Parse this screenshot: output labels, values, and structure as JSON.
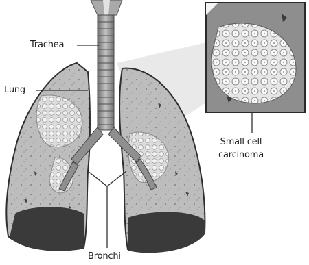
{
  "labels": {
    "trachea": "Trachea",
    "lung": "Lung",
    "bronchi": "Bronchi",
    "carcinoma_line1": "Small cell",
    "carcinoma_line2": "carcinoma"
  },
  "colors": {
    "lung_fill": "#b9b9b9",
    "lung_dark": "#3a3a3a",
    "tumor": "#e8e8e8",
    "trachea": "#9a9a9a",
    "leader_line": "#333333",
    "inset_bg": "#8e8e8e"
  }
}
